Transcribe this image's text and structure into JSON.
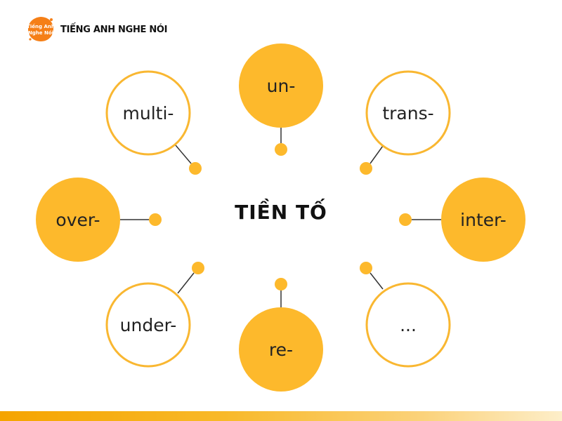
{
  "brand": {
    "name": "TIẾNG ANH NGHE NÓI",
    "badge_line1": "Tiếng Anh",
    "badge_line2": "Nghe Nói"
  },
  "diagram": {
    "center_title": "TIỀN TỐ",
    "nodes": [
      {
        "label": "un-",
        "filled": true
      },
      {
        "label": "trans-",
        "filled": false
      },
      {
        "label": "inter-",
        "filled": true
      },
      {
        "label": "...",
        "filled": false
      },
      {
        "label": "re-",
        "filled": true
      },
      {
        "label": "under-",
        "filled": false
      },
      {
        "label": "over-",
        "filled": true
      },
      {
        "label": "multi-",
        "filled": false
      }
    ]
  },
  "colors": {
    "accent": "#FDB92C",
    "outline": "#F9B731",
    "text": "#222222",
    "badge": "#F57F17"
  }
}
